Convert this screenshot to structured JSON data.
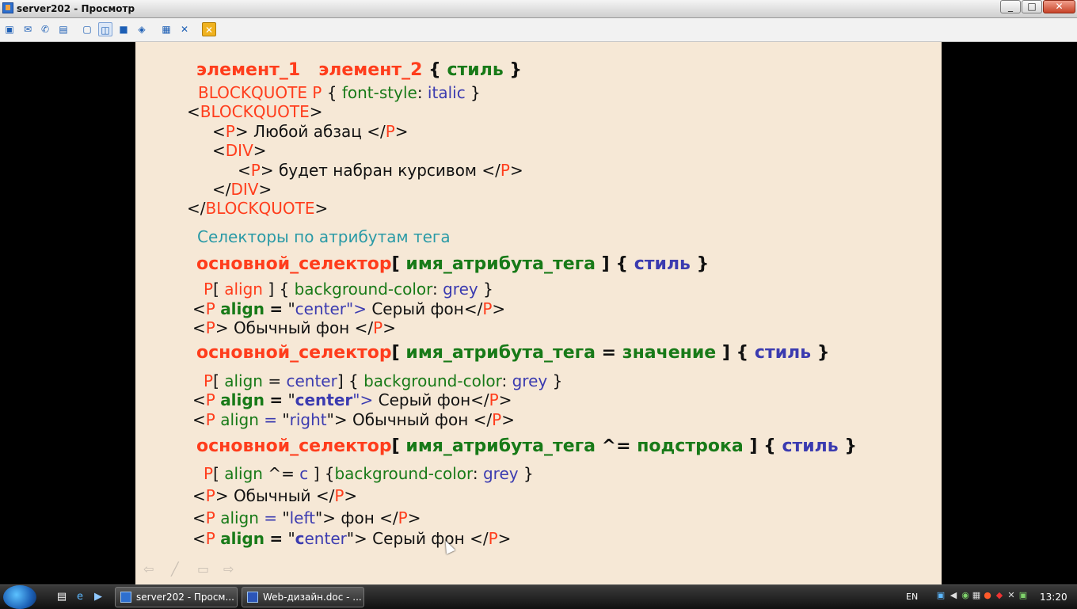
{
  "window": {
    "title": "server202 - Просмотр"
  },
  "toolbar_icons": [
    "view-icon",
    "send-icon",
    "call-icon",
    "chat-icon",
    "window-icon",
    "fit-screen-icon",
    "fullscreen-icon",
    "scale-icon",
    "monitor-icon",
    "tools-icon",
    "close-session-icon"
  ],
  "slide": {
    "l1": {
      "a": "элемент_1",
      "b": "элемент_2",
      "c": "{",
      "d": "стиль",
      "e": "}"
    },
    "l2": {
      "a": "BLOCKQUOTE P",
      "b": "{",
      "c": "font-style",
      "d": ":",
      "e": "italic",
      "f": "}"
    },
    "l3": {
      "a": "<",
      "b": "BLOCKQUOTE",
      "c": ">"
    },
    "l4": {
      "a": "<",
      "b": "P",
      "c": "> Любой абзац </",
      "d": "P",
      "e": ">"
    },
    "l5": {
      "a": "<",
      "b": "DIV",
      "c": ">"
    },
    "l6": {
      "a": "<",
      "b": "P",
      "c": "> будет набран курсивом </",
      "d": "P",
      "e": ">"
    },
    "l7": {
      "a": "</",
      "b": "DIV",
      "c": ">"
    },
    "l8": {
      "a": "</",
      "b": "BLOCKQUOTE",
      "c": ">"
    },
    "l9": {
      "a": "Селекторы по атрибутам тега"
    },
    "l10": {
      "a": "основной_селектор",
      "b": "[",
      "c": "имя_атрибута_тега",
      "d": "] {",
      "e": "стиль",
      "f": "}"
    },
    "l11": {
      "a": "P",
      "b": "[",
      "c": "align",
      "d": "] {",
      "e": "background-color",
      "f": ":",
      "g": "grey",
      "h": "}"
    },
    "l12": {
      "a": "<",
      "b": "P",
      "c": "align",
      "d": "=",
      "e": "\"",
      "f": "center",
      "g": "\">",
      "h": " Серый фон</",
      "i": "P",
      "j": ">"
    },
    "l13": {
      "a": "<",
      "b": "P",
      "c": "> Обычный фон </",
      "d": "P",
      "e": ">"
    },
    "l14": {
      "a": "основной_селектор",
      "b": "[",
      "c": "имя_атрибута_тега",
      "d": "=",
      "e": "значение",
      "f": "] {",
      "g": "стиль",
      "h": "}"
    },
    "l15": {
      "a": "P",
      "b": "[",
      "c": "align",
      "d": "=",
      "e": "center",
      "f": "] {",
      "g": "background-color",
      "h": ":",
      "i": "grey",
      "j": "}"
    },
    "l16": {
      "a": "<",
      "b": "P",
      "c": "align",
      "d": "=",
      "e": "\"",
      "f": "center",
      "g": "\">",
      "h": " Серый фон</",
      "i": "P",
      "j": ">"
    },
    "l17": {
      "a": "<",
      "b": "P",
      "c": "align",
      "d": "=",
      "e": "\"",
      "f": "right",
      "g": "\">",
      "h": " Обычный фон </",
      "i": "P",
      "j": ">"
    },
    "l18": {
      "a": "основной_селектор",
      "b": "[",
      "c": "имя_атрибута_тега",
      "d": "^=",
      "e": "подстрока",
      "f": "] {",
      "g": "стиль",
      "h": "}"
    },
    "l19": {
      "a": "P",
      "b": "[",
      "c": "align",
      "d": "^=",
      "e": "c",
      "f": "] {",
      "g": "background-color",
      "h": ":",
      "i": "grey",
      "j": "}"
    },
    "l20": {
      "a": "<",
      "b": "P",
      "c": "> Обычный </",
      "d": "P",
      "e": ">"
    },
    "l21": {
      "a": "<",
      "b": "P",
      "c": "align",
      "d": "=",
      "e": "\"",
      "f": "left",
      "g": "\">",
      "h": " фон </",
      "i": "P",
      "j": ">"
    },
    "l22": {
      "a": "<",
      "b": "P",
      "c": "align",
      "d": "=",
      "e": "\"",
      "f": "c",
      "f2": "enter",
      "g": "\">",
      "h": " Серый фон </",
      "i": "P",
      "j": ">"
    }
  },
  "slide_nav": {
    "prev": "⇦",
    "pen": "╱",
    "menu": "▭",
    "next": "⇨"
  },
  "taskbar": {
    "tasks": [
      {
        "label": "server202 - Просм..."
      },
      {
        "label": "Web-дизайн.doc - ..."
      }
    ],
    "lang": "EN",
    "clock": "13:20"
  }
}
